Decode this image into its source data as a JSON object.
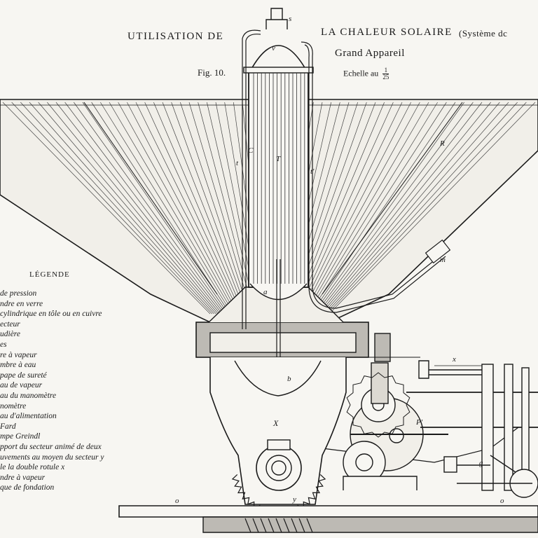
{
  "header": {
    "title_left": "UTILISATION DE",
    "title_right": "LA CHALEUR SOLAIRE",
    "system_note": "(Système dc",
    "subtitle": "Grand Appareil",
    "fig": "Fig. 10.",
    "scale_label": "Echelle au",
    "scale_num": "1",
    "scale_den": "25"
  },
  "legend": {
    "title": "LÉGENDE",
    "items": [
      "de pression",
      "ndre en verre",
      "cylindrique en tôle ou en cuivre",
      "ecteur",
      "udière",
      "es",
      "re à vapeur",
      "mbre à eau",
      "pape de sureté",
      "au de vapeur",
      "au du manomètre",
      "nomètre",
      "au d'alimentation",
      "Fard",
      "mpe Greindl",
      "pport du secteur animé de deux",
      "uvements au moyen du secteur y",
      "le la double rotule x",
      "ndre à vapeur",
      "que de fondation"
    ]
  },
  "labels": {
    "s": "s",
    "v": "v",
    "C": "C",
    "t_left": "t",
    "T": "T",
    "t_right": "t'",
    "R": "R",
    "m": "m",
    "a": "a",
    "b": "b",
    "X": "X",
    "x": "x",
    "P_prime": "P'",
    "g": "g",
    "o_left": "o",
    "o_right": "o",
    "y": "y"
  }
}
